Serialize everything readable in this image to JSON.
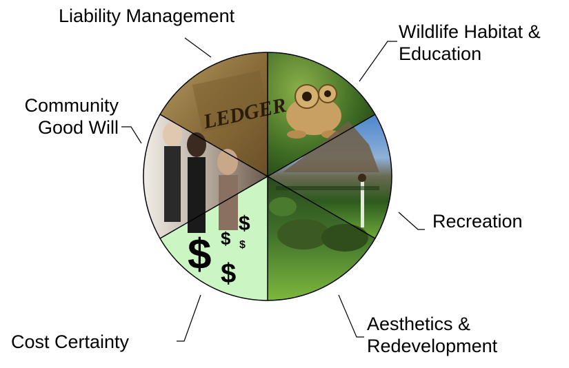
{
  "segments": [
    {
      "key": "liability",
      "lines": [
        "Liability Management"
      ]
    },
    {
      "key": "wildlife",
      "lines": [
        "Wildlife Habitat &",
        "Education"
      ]
    },
    {
      "key": "recreation",
      "lines": [
        "Recreation"
      ]
    },
    {
      "key": "aesthetics",
      "lines": [
        "Aesthetics &",
        "Redevelopment"
      ]
    },
    {
      "key": "cost",
      "lines": [
        "Cost Certainty"
      ]
    },
    {
      "key": "community",
      "lines": [
        "Community",
        "Good Will"
      ]
    }
  ],
  "ledger_text": "LEDGER",
  "dollar_glyph": "$",
  "colors": {
    "ledger": "#8c6f3b",
    "wildlife": "#3e5a22",
    "recreation": "#5a7fb4",
    "aesthetics": "#2f5a22",
    "cost": "#ccf5c4",
    "community": "#d8d0c8",
    "outline": "#000000"
  }
}
